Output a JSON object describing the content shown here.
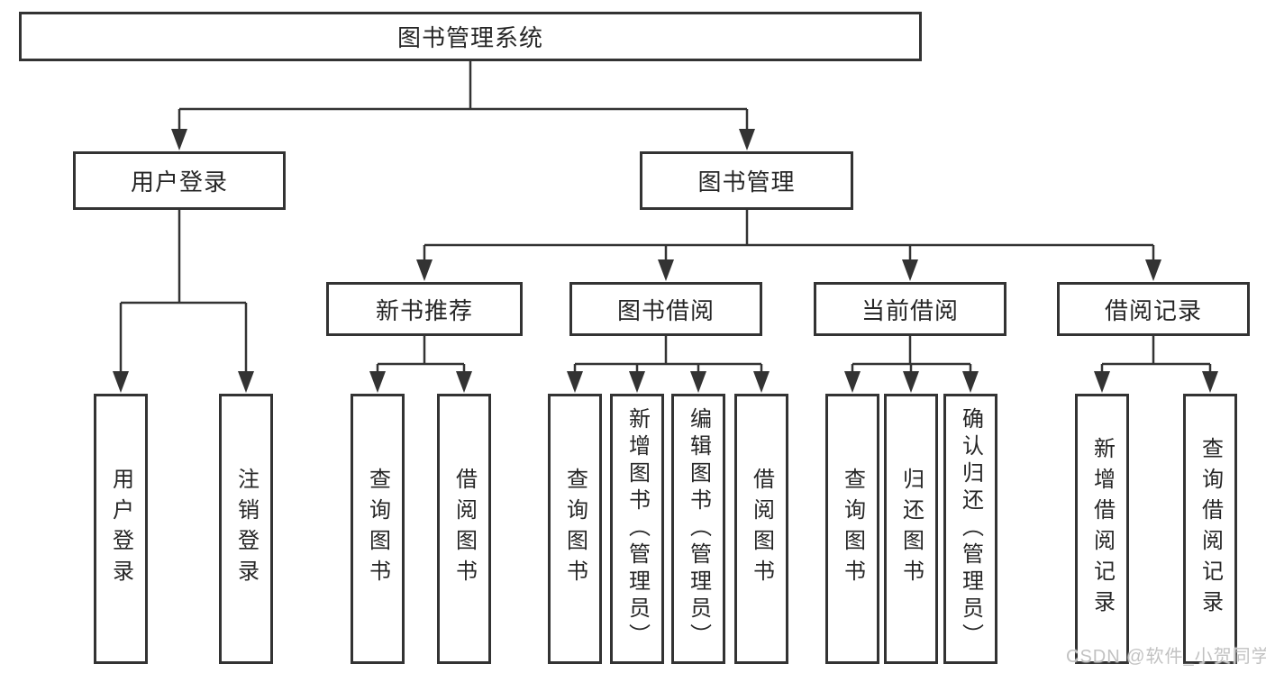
{
  "tree": {
    "root_label": "图书管理系统",
    "branches": [
      {
        "label": "用户登录",
        "leaves": [
          "用户登录",
          "注销登录"
        ]
      },
      {
        "label": "图书管理",
        "groups": [
          {
            "label": "新书推荐",
            "leaves": [
              "查询图书",
              "借阅图书"
            ]
          },
          {
            "label": "图书借阅",
            "leaves": [
              "查询图书",
              "新增图书（管理员）",
              "编辑图书（管理员）",
              "借阅图书"
            ]
          },
          {
            "label": "当前借阅",
            "leaves": [
              "查询图书",
              "归还图书",
              "确认归还（管理员）"
            ]
          },
          {
            "label": "借阅记录",
            "leaves": [
              "新增借阅记录",
              "查询借阅记录"
            ]
          }
        ]
      }
    ]
  },
  "watermark": "CSDN @软件_小贺同学",
  "colors": {
    "line": "#333333",
    "box_border": "#333333",
    "text": "#262626",
    "watermark": "#c2c2c2",
    "background": "#ffffff"
  }
}
